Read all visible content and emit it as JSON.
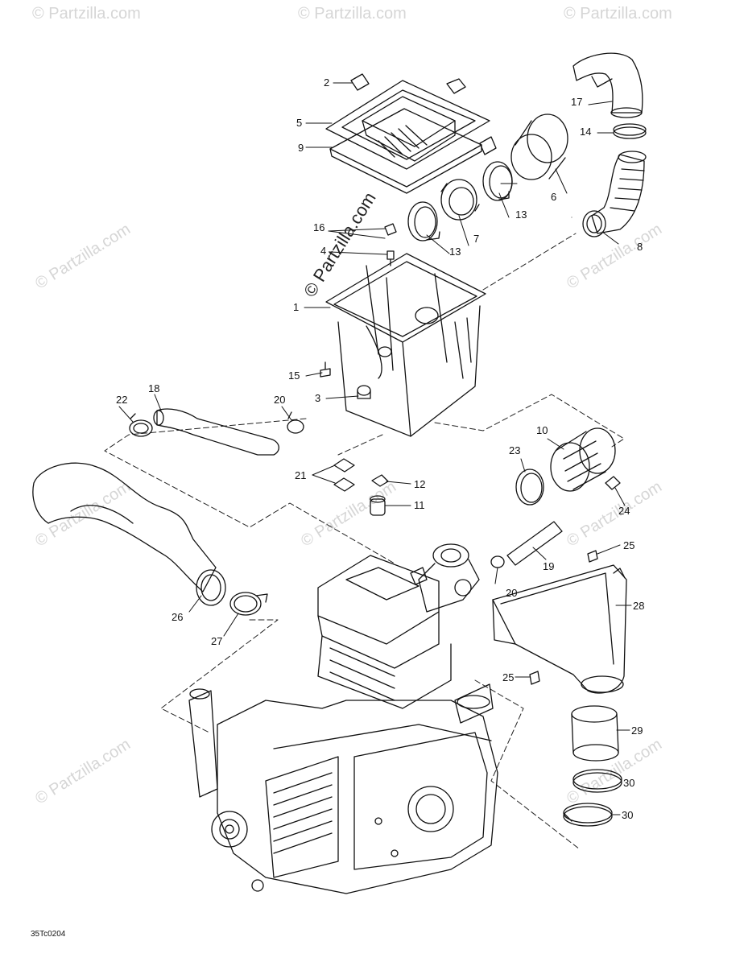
{
  "watermark": "© Partzilla.com",
  "diagram_code": "35Tc0204",
  "callouts": {
    "c1": "1",
    "c2": "2",
    "c3": "3",
    "c4": "4",
    "c5": "5",
    "c6": "6",
    "c7": "7",
    "c8": "8",
    "c9": "9",
    "c10": "10",
    "c11": "11",
    "c12": "12",
    "c13a": "13",
    "c13b": "13",
    "c14": "14",
    "c15": "15",
    "c16": "16",
    "c17": "17",
    "c18": "18",
    "c19": "19",
    "c20a": "20",
    "c20b": "20",
    "c21": "21",
    "c22": "22",
    "c23": "23",
    "c24": "24",
    "c25a": "25",
    "c25b": "25",
    "c26": "26",
    "c27": "27",
    "c28": "28",
    "c29": "29",
    "c30a": "30",
    "c30b": "30"
  }
}
